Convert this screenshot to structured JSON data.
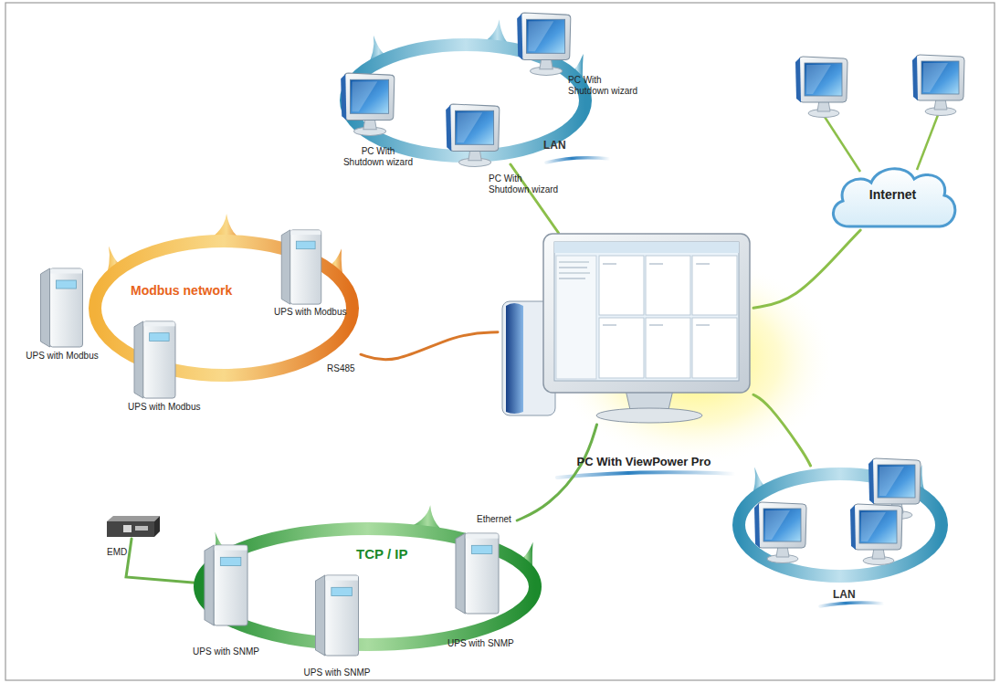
{
  "diagram": {
    "nodes": [
      {
        "text": [
          "LAN"
        ]
      },
      {
        "text": [
          "PC With Shutdown wizard"
        ],
        "in": 0
      },
      {
        "text": [
          "PC With Shutdown wizard"
        ],
        "in": 0
      },
      {
        "text": [
          "PC With Shutdown wizard"
        ],
        "in": 0
      },
      {
        "text": [
          "Internet"
        ]
      },
      {
        "text": [
          "Modbus network"
        ]
      },
      {
        "text": [
          "UPS with Modbus"
        ],
        "in": 5
      },
      {
        "text": [
          "UPS with Modbus"
        ],
        "in": 5
      },
      {
        "text": [
          "UPS with Modbus"
        ],
        "in": 5
      },
      {
        "text": [
          "PC With ViewPower Pro"
        ]
      },
      {
        "text": [
          "EMD"
        ]
      },
      {
        "text": [
          "TCP / IP"
        ]
      },
      {
        "text": [
          "UPS with SNMP"
        ],
        "in": 11
      },
      {
        "text": [
          "UPS with SNMP"
        ],
        "in": 11
      },
      {
        "text": [
          "UPS with SNMP"
        ],
        "in": 11
      },
      {
        "text": [
          "LAN"
        ]
      }
    ],
    "edges": [
      {
        "from": 9,
        "to": 0,
        "arrow": "none"
      },
      {
        "from": 9,
        "to": 4,
        "arrow": "none"
      },
      {
        "from": 5,
        "to": 9,
        "label": "RS485",
        "arrow": "none"
      },
      {
        "from": 9,
        "to": 11,
        "label": "Ethernet",
        "arrow": "none"
      },
      {
        "from": 9,
        "to": 15,
        "arrow": "none"
      },
      {
        "from": 10,
        "to": 12,
        "arrow": "none"
      }
    ]
  }
}
